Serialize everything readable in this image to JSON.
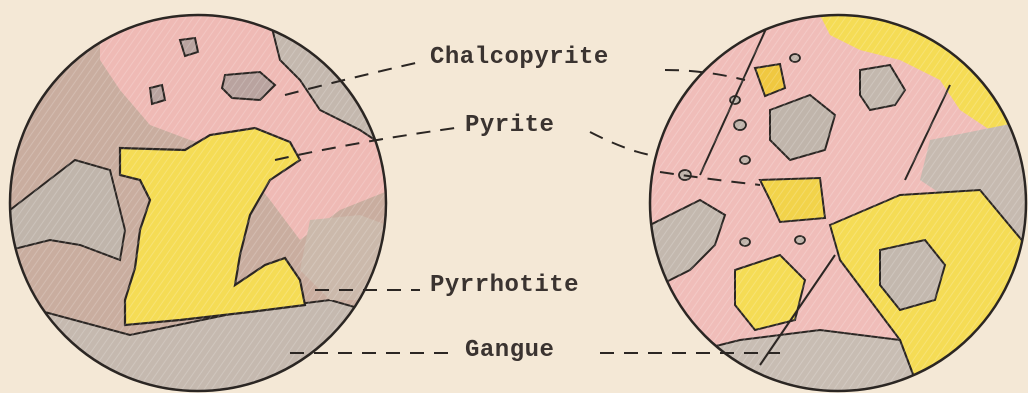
{
  "labels": {
    "chalcopyrite": "Chalcopyrite",
    "pyrite": "Pyrite",
    "pyrrhotite": "Pyrrhotite",
    "gangue": "Gangue"
  },
  "colors": {
    "background": "#f4e8d6",
    "chalcopyrite": "#c9a9a0",
    "pyrite": "#f5dc55",
    "pyrrhotite": "#f0b9b5",
    "gangue": "#c8bcb2",
    "outline": "#2b2623"
  }
}
